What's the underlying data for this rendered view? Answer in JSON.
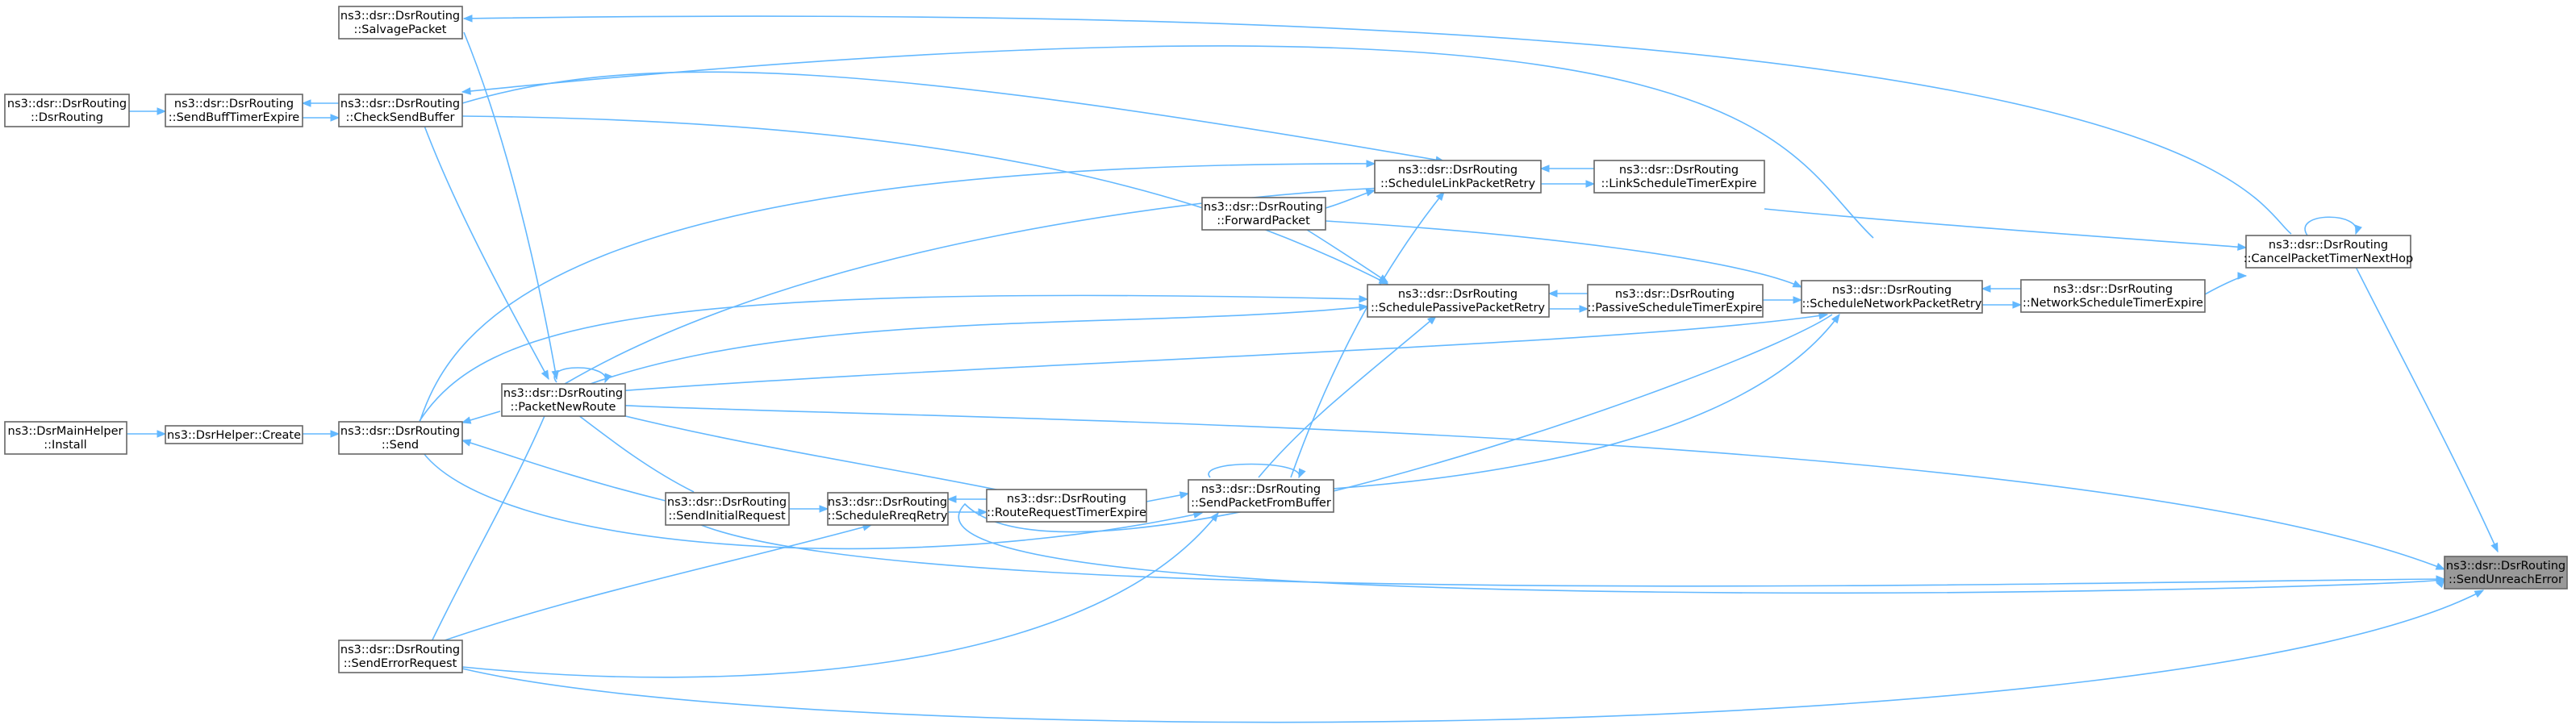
{
  "graph": {
    "edge_color": "#63b8ff",
    "node_border_color": "#666666",
    "highlight_color": "#999999",
    "nodes": {
      "sendunreach": {
        "line1": "ns3::dsr::DsrRouting",
        "line2": "::SendUnreachError",
        "highlight": true
      },
      "cancelpacket": {
        "line1": "ns3::dsr::DsrRouting",
        "line2": "::CancelPacketTimerNextHop"
      },
      "networktimer": {
        "line1": "ns3::dsr::DsrRouting",
        "line2": "::NetworkScheduleTimerExpire"
      },
      "schednetwork": {
        "line1": "ns3::dsr::DsrRouting",
        "line2": "::ScheduleNetworkPacketRetry"
      },
      "passivetimer": {
        "line1": "ns3::dsr::DsrRouting",
        "line2": "::PassiveScheduleTimerExpire"
      },
      "schedpassive": {
        "line1": "ns3::dsr::DsrRouting",
        "line2": "::SchedulePassivePacketRetry"
      },
      "linktimer": {
        "line1": "ns3::dsr::DsrRouting",
        "line2": "::LinkScheduleTimerExpire"
      },
      "schedlink": {
        "line1": "ns3::dsr::DsrRouting",
        "line2": "::ScheduleLinkPacketRetry"
      },
      "forward": {
        "line1": "ns3::dsr::DsrRouting",
        "line2": "::ForwardPacket"
      },
      "sendfrombuf": {
        "line1": "ns3::dsr::DsrRouting",
        "line2": "::SendPacketFromBuffer"
      },
      "routereqtimer": {
        "line1": "ns3::dsr::DsrRouting",
        "line2": "::RouteRequestTimerExpire"
      },
      "schedrreq": {
        "line1": "ns3::dsr::DsrRouting",
        "line2": "::ScheduleRreqRetry"
      },
      "sendinitial": {
        "line1": "ns3::dsr::DsrRouting",
        "line2": "::SendInitialRequest"
      },
      "packetnew": {
        "line1": "ns3::dsr::DsrRouting",
        "line2": "::PacketNewRoute"
      },
      "send": {
        "line1": "ns3::dsr::DsrRouting",
        "line2": "::Send"
      },
      "senderror": {
        "line1": "ns3::dsr::DsrRouting",
        "line2": "::SendErrorRequest"
      },
      "salvage": {
        "line1": "ns3::dsr::DsrRouting",
        "line2": "::SalvagePacket"
      },
      "checksend": {
        "line1": "ns3::dsr::DsrRouting",
        "line2": "::CheckSendBuffer"
      },
      "sendbufftimer": {
        "line1": "ns3::dsr::DsrRouting",
        "line2": "::SendBuffTimerExpire"
      },
      "dsrrouting": {
        "line1": "ns3::dsr::DsrRouting",
        "line2": "::DsrRouting"
      },
      "create": {
        "line1": "ns3::DsrHelper::Create"
      },
      "install": {
        "line1": "ns3::DsrMainHelper",
        "line2": "::Install"
      }
    }
  }
}
